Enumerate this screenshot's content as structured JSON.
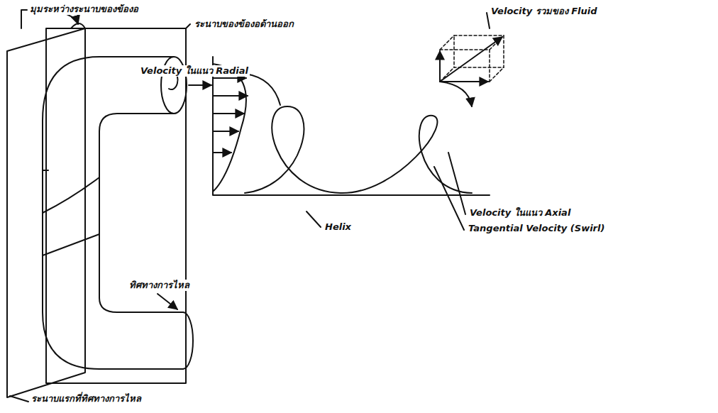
{
  "diagram": {
    "labels": [
      "มุมระหว่างระนาบของข้องอ",
      "ระนาบของข้องอด้านออก",
      "Velocity รวมของ Fluid",
      "Velocity ในแนว Radial",
      "Helix",
      "Velocity ในแนว Axial",
      "Tangential Velocity (Swirl)",
      "ทิศทางการไหล",
      "ระนาบแรกที่ทิศทางการไหล"
    ]
  }
}
